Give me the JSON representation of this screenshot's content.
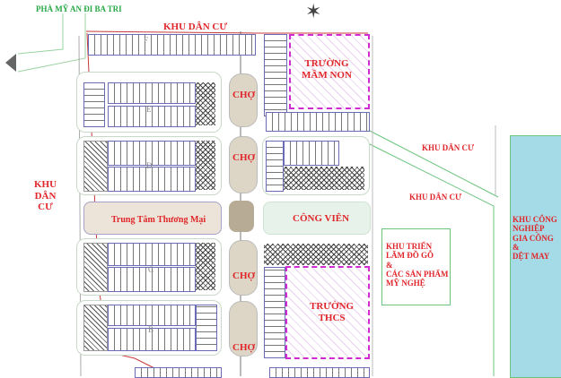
{
  "labels": {
    "ferry_road": "PHÀ MỸ AN ĐI BA TRI",
    "residential_top": "KHU DÂN CƯ",
    "residential_left": "KHU DÂN CƯ",
    "residential_left_lines": [
      "KHU",
      "DÂN",
      "CƯ"
    ],
    "residential_right_1": "KHU DÂN CƯ",
    "residential_right_2": "KHU DÂN CƯ",
    "kindergarten": [
      "TRƯỜNG",
      "MẦM NON"
    ],
    "market_1": "CHỢ",
    "market_2": "CHỢ",
    "market_3": "CHỢ",
    "market_4": "CHỢ",
    "commercial_center": "Trung Tâm Thương Mại",
    "park": "CÔNG VIÊN",
    "middle_school": [
      "TRƯỜNG",
      "THCS"
    ],
    "exhibition": [
      "KHU TRIỂN",
      "LÃM ĐỒ GỖ",
      "&",
      "CÁC SẢN PHẨM",
      "MỸ NGHỆ"
    ],
    "industrial": [
      "KHU CÔNG",
      "NGHIỆP",
      "GIA CÔNG",
      "&",
      "DỆT MAY"
    ]
  },
  "block_letters": [
    "F",
    "E",
    "D",
    "C",
    "B"
  ],
  "colors": {
    "label_red": "#e0262a",
    "road_green": "#27a844",
    "school_magenta": "#d02ad0",
    "industrial_blue": "#a5dbe6"
  }
}
